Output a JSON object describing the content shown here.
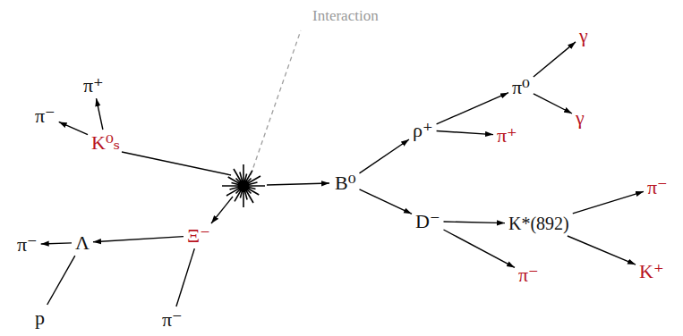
{
  "diagram": {
    "nodes": [
      {
        "text": [
          "π⁺"
        ]
      },
      {
        "text": [
          "π⁻"
        ]
      },
      {
        "text": [
          "K⁰ₛ"
        ]
      },
      {
        "text": [
          "γ"
        ]
      },
      {
        "text": [
          "π⁰"
        ]
      },
      {
        "text": [
          "γ"
        ]
      },
      {
        "text": [
          "ρ⁺"
        ]
      },
      {
        "text": [
          "π⁺"
        ]
      },
      {
        "text": [
          "B⁰"
        ]
      },
      {
        "text": [
          "D⁻"
        ]
      },
      {
        "text": [
          "K*(892)"
        ]
      },
      {
        "text": [
          "π⁻"
        ]
      },
      {
        "text": [
          "K⁺"
        ]
      },
      {
        "text": [
          "π⁻"
        ]
      },
      {
        "text": [
          "Ξ⁻"
        ]
      },
      {
        "text": [
          "π⁻"
        ]
      },
      {
        "text": [
          "Λ"
        ]
      },
      {
        "text": [
          "p"
        ]
      },
      {
        "text": [
          "π⁻"
        ]
      }
    ],
    "edges": [
      {
        "from": 2,
        "to": 0,
        "arrow": "to"
      },
      {
        "from": 2,
        "to": 1,
        "arrow": "to"
      },
      {
        "from": 4,
        "to": 3,
        "arrow": "to"
      },
      {
        "from": 4,
        "to": 5,
        "arrow": "to"
      },
      {
        "from": 6,
        "to": 4,
        "arrow": "to"
      },
      {
        "from": 6,
        "to": 7,
        "arrow": "to"
      },
      {
        "from": 8,
        "to": 6,
        "arrow": "to"
      },
      {
        "from": 8,
        "to": 9,
        "arrow": "to"
      },
      {
        "from": 9,
        "to": 10,
        "arrow": "to"
      },
      {
        "from": 9,
        "to": 13,
        "arrow": "to"
      },
      {
        "from": 10,
        "to": 11,
        "arrow": "to"
      },
      {
        "from": 10,
        "to": 12,
        "arrow": "to"
      },
      {
        "from": 14,
        "to": 16,
        "arrow": "to"
      },
      {
        "from": 14,
        "to": 18,
        "arrow": "none"
      },
      {
        "from": 16,
        "to": 15,
        "arrow": "to"
      },
      {
        "from": 16,
        "to": 17,
        "arrow": "none"
      }
    ],
    "labels": [
      "Interaction"
    ]
  }
}
